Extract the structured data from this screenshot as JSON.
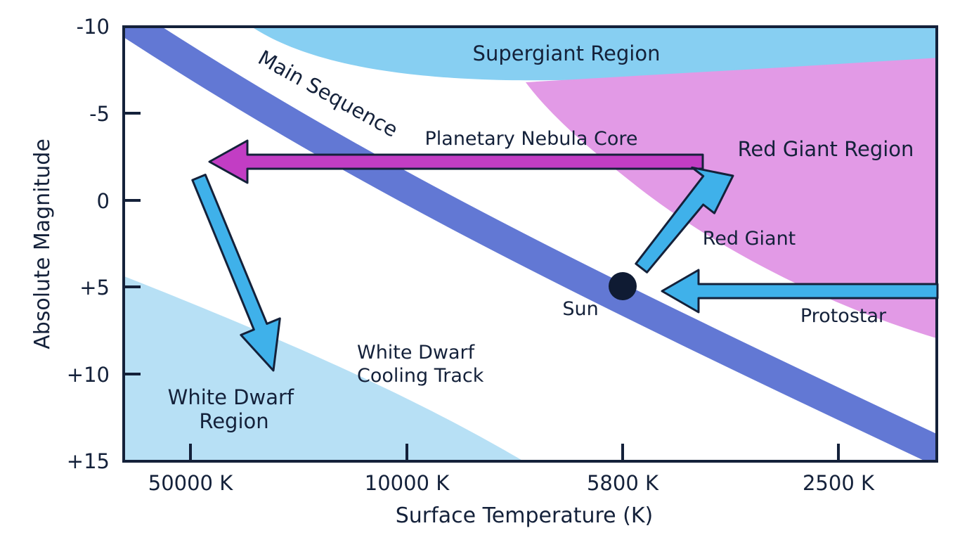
{
  "axes": {
    "x_title": "Surface Temperature (K)",
    "y_title": "Absolute Magnitude",
    "x_ticks": [
      "50000 K",
      "10000 K",
      "5800 K",
      "2500 K"
    ],
    "y_ticks": [
      "-10",
      "-5",
      "0",
      "+5",
      "+10",
      "+15"
    ]
  },
  "regions": {
    "supergiant": "Supergiant Region",
    "red_giant": "Red Giant Region",
    "white_dwarf": [
      "White Dwarf",
      "Region"
    ]
  },
  "bands": {
    "main_sequence": "Main Sequence"
  },
  "labels": {
    "planetary_nebula": "Planetary Nebula Core",
    "red_giant": "Red Giant",
    "protostar": "Protostar",
    "sun": "Sun",
    "cooling_track": [
      "White Dwarf",
      "Cooling Track"
    ]
  },
  "colors": {
    "frame": "#14213a",
    "supergiant_fill": "#87cff2",
    "red_giant_fill": "#e29ae6",
    "white_dwarf_fill": "#b7e0f5",
    "main_sequence_band": "#6278d4",
    "arrow_blue": "#3fb1ea",
    "arrow_magenta": "#c23dc4",
    "sun_dot": "#0f1b33"
  }
}
